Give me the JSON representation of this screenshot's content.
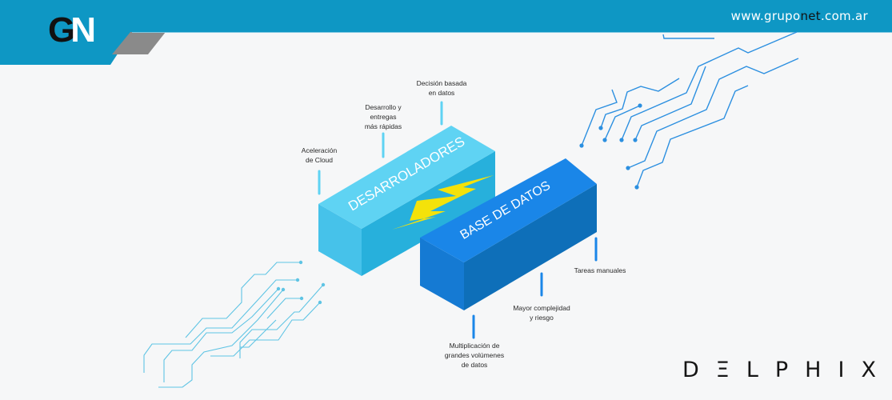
{
  "header": {
    "logo": {
      "left": "G",
      "right": "N"
    },
    "url": {
      "prefix": "www.grupo",
      "highlight": "net",
      "suffix": ".com.ar"
    }
  },
  "colors": {
    "header_blue": "#0e97c4",
    "header_gray": "#8a8a8a",
    "dev_top": "#5fd3f3",
    "dev_side": "#27b0dc",
    "dev_front": "#46c2ea",
    "db_top": "#1a86e8",
    "db_side": "#0e6fb9",
    "db_front": "#157ad3",
    "bolt": "#f4e20a",
    "circuit_right": "#2b8fe0",
    "circuit_left": "#5fc4e4"
  },
  "blocks": {
    "developers": {
      "label": "DESARROLADORES"
    },
    "database": {
      "label": "BASE DE DATOS"
    }
  },
  "developer_benefits": [
    {
      "text": "Aceleración\nde Cloud"
    },
    {
      "text": "Desarrollo y\nentregas\nmás rápidas"
    },
    {
      "text": "Decisión basada\nen datos"
    }
  ],
  "database_challenges": [
    {
      "text": "Multiplicación de\ngrandes volúmenes\nde datos"
    },
    {
      "text": "Mayor complejidad\ny riesgo"
    },
    {
      "text": "Tareas manuales"
    }
  ],
  "brand": {
    "name": "DΞLPHIX"
  }
}
